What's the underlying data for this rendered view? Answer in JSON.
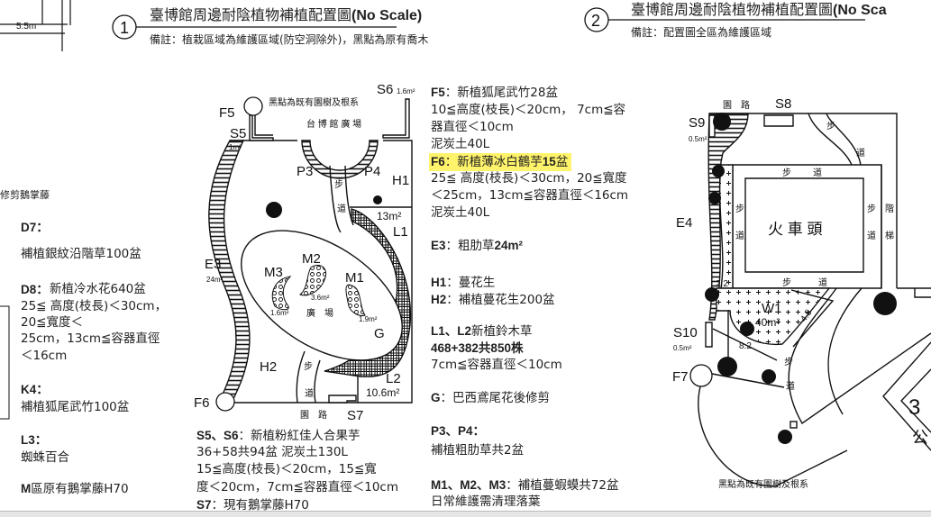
{
  "plan1": {
    "number": "1",
    "title": "臺博館周邊耐陰植物補植配置圖",
    "title_suffix": "(No Scale)",
    "note": "備註：植栽區域為維護區域(防空洞除外)，黑點為原有喬木",
    "labels": {
      "f5": "F5",
      "s5": "S5",
      "s5_area": "1m²",
      "s6": "S6",
      "s6_area": "1.6m²",
      "tree_note": "黑點為既有園樹及根系",
      "plaza": "台 博 館 廣 場",
      "p3": "P3",
      "p4": "P4",
      "h1": "H1",
      "l1": "L1",
      "l1_area": "13m²",
      "e3": "E3",
      "e3_area": "24m²",
      "m1": "M1",
      "m1_area": "1.9m²",
      "m2": "M2",
      "m2_area": "3.6m²",
      "m3": "M3",
      "m3_area": "1.6m²",
      "square": "廣　場",
      "g": "G",
      "h2": "H2",
      "l2": "L2",
      "l2_area": "10.6m²",
      "f6": "F6",
      "s7": "S7",
      "garden_road": "園　路",
      "walk1": "步",
      "walk2": "道"
    }
  },
  "plan2": {
    "number": "2",
    "title": "臺博館周邊耐陰植物補植配置圖",
    "title_suffix": "(No Sca",
    "note": "備註：配置圖全區為維護區域",
    "labels": {
      "garden_road": "園　路",
      "s8": "S8",
      "s9": "S9",
      "s9_area": "0.5m²",
      "e4": "E4",
      "locomotive": "火 車 頭",
      "walk": "步",
      "way": "道",
      "stairs1": "階",
      "stairs2": "梯",
      "w1": "W1",
      "w1_area": "40m²",
      "dim_22": "2.2",
      "dim_45": "4.5",
      "dim_82": "8.2",
      "s10": "S10",
      "s10_area": "0.5m²",
      "f7": "F7",
      "park_num": "3",
      "park_char": "公",
      "tree_note": "黑點為既有園樹及根系"
    }
  },
  "top_left": {
    "dimension": "5.5m"
  },
  "left_notes": {
    "partial": "修剪鵝掌藤",
    "items": [
      {
        "code": "D7：",
        "lines": [
          "補植銀紋沿階草100盆"
        ]
      },
      {
        "code": "D8：",
        "lines": [
          "新植冷水花640盆",
          "25≦  高度(枝長)＜30cm，",
          "20≦寬度＜",
          "25cm，13cm≦容器直徑",
          "＜16cm"
        ]
      },
      {
        "code": "K4：",
        "lines": [
          "補植狐尾武竹100盆"
        ]
      },
      {
        "code": "L3：",
        "lines": [
          "蜘蛛百合"
        ]
      },
      {
        "code": "M",
        "lines": [
          "區原有鵝掌藤H70"
        ]
      }
    ]
  },
  "mid_notes": {
    "f5": {
      "code": "F5",
      "text": "：新植狐尾武竹28盆",
      "lines": [
        "10≦高度(枝長)＜20cm，  7cm≦容",
        "器直徑＜10cm",
        "泥炭土40L"
      ]
    },
    "f6": {
      "code": "F6",
      "text": "：新植薄冰白鶴芋",
      "qty": "15",
      "unit": "盆",
      "lines": [
        "25≦  高度(枝長)＜30cm，20≦寬度",
        "＜25cm，13cm≦容器直徑＜16cm",
        "泥炭土40L"
      ]
    },
    "e3": {
      "code": "E3",
      "text": "：粗肋草",
      "qty": "24m²"
    },
    "h1": {
      "code": "H1",
      "text": "：蔓花生"
    },
    "h2": {
      "code": "H2",
      "text": "：補植蔓花生200盆"
    },
    "l": {
      "code": "L1、L2",
      "text": "新植鈴木草",
      "line2": "468+382共850株",
      "line3": "7cm≦容器直徑＜10cm"
    },
    "g": {
      "code": "G",
      "text": "：巴西鳶尾花後修剪"
    },
    "p": {
      "code": "P3、P4：",
      "line2": "補植粗肋草共2盆"
    },
    "m": {
      "code": "M1、M2、M3",
      "text": "：補植蔓蝦蟆共72盆",
      "line2": "日常維護需清理落葉"
    }
  },
  "bottom_notes": {
    "s56": {
      "code": "S5、S6",
      "text": "：新植粉紅佳人合果芋"
    },
    "lines": [
      "36+58共94盆   泥炭土130L",
      "15≦高度(枝長)＜20cm，15≦寬",
      "度＜20cm，7cm≦容器直徑＜10cm"
    ],
    "s7": {
      "code": "S7",
      "text": "：現有鵝掌藤H70"
    }
  },
  "colors": {
    "highlight": "#fff36b",
    "ink": "#111111"
  }
}
